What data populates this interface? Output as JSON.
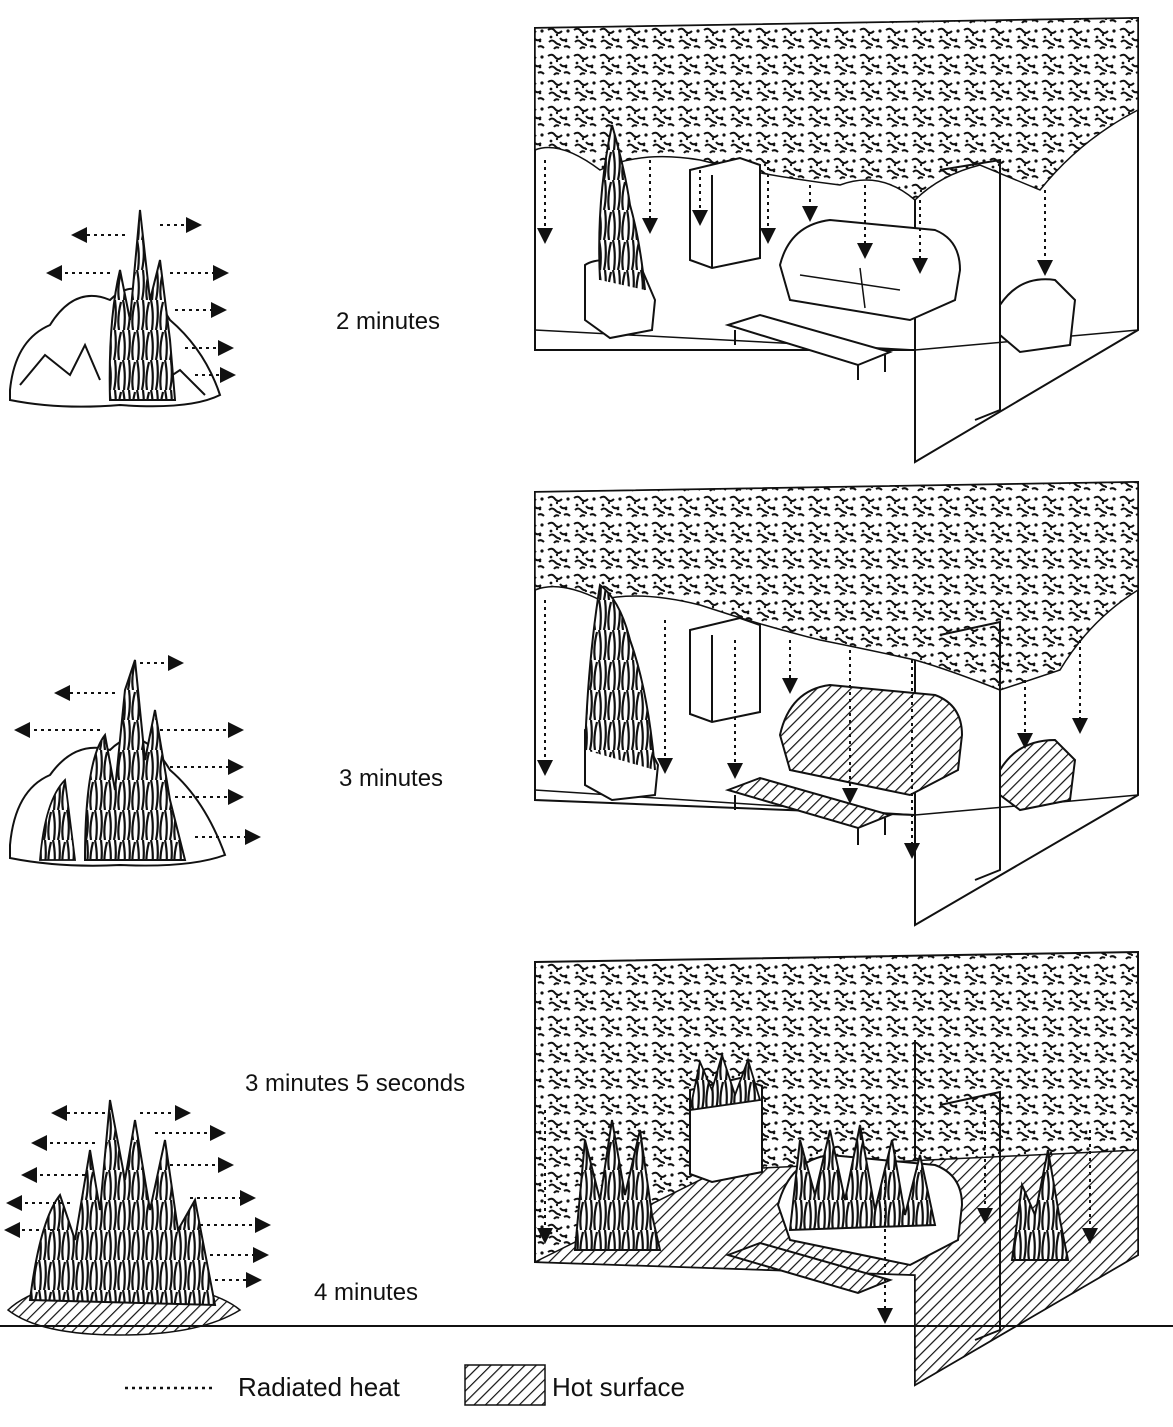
{
  "stages": [
    {
      "time_label": "2 minutes"
    },
    {
      "time_label": "3 minutes"
    },
    {
      "time_label": "3 minutes 5 seconds"
    },
    {
      "time_label": "4 minutes"
    }
  ],
  "legend": {
    "radiated_heat": "Radiated heat",
    "hot_surface": "Hot surface"
  },
  "colors": {
    "ink": "#111111",
    "paper": "#ffffff"
  }
}
